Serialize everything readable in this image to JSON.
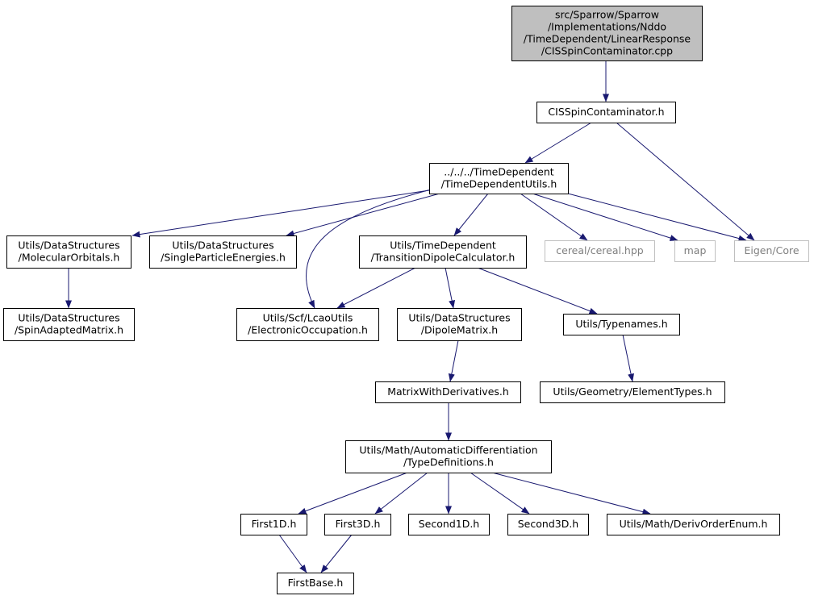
{
  "colors": {
    "edge": "#191970",
    "root_fill": "#bfbfbf",
    "node_fill": "#ffffff",
    "node_border": "#000000",
    "external_border": "#bfbfbf",
    "external_text": "#7f7f7f"
  },
  "nodes": [
    {
      "id": "root",
      "lines": [
        "src/Sparrow/Sparrow",
        "/Implementations/Nddo",
        "/TimeDependent/LinearResponse",
        "/CISSpinContaminator.cpp"
      ],
      "style": "root"
    },
    {
      "id": "cisspin",
      "lines": [
        "CISSpinContaminator.h"
      ],
      "style": "normal"
    },
    {
      "id": "tdutils",
      "lines": [
        "../../../TimeDependent",
        "/TimeDependentUtils.h"
      ],
      "style": "normal"
    },
    {
      "id": "molorb",
      "lines": [
        "Utils/DataStructures",
        "/MolecularOrbitals.h"
      ],
      "style": "normal"
    },
    {
      "id": "singlepart",
      "lines": [
        "Utils/DataStructures",
        "/SingleParticleEnergies.h"
      ],
      "style": "normal"
    },
    {
      "id": "tdcalc",
      "lines": [
        "Utils/TimeDependent",
        "/TransitionDipoleCalculator.h"
      ],
      "style": "normal"
    },
    {
      "id": "cereal",
      "lines": [
        "cereal/cereal.hpp"
      ],
      "style": "external"
    },
    {
      "id": "map",
      "lines": [
        "map"
      ],
      "style": "external"
    },
    {
      "id": "eigen",
      "lines": [
        "Eigen/Core"
      ],
      "style": "external"
    },
    {
      "id": "spinadapted",
      "lines": [
        "Utils/DataStructures",
        "/SpinAdaptedMatrix.h"
      ],
      "style": "normal"
    },
    {
      "id": "elecocc",
      "lines": [
        "Utils/Scf/LcaoUtils",
        "/ElectronicOccupation.h"
      ],
      "style": "normal"
    },
    {
      "id": "dipole",
      "lines": [
        "Utils/DataStructures",
        "/DipoleMatrix.h"
      ],
      "style": "normal"
    },
    {
      "id": "typenames",
      "lines": [
        "Utils/Typenames.h"
      ],
      "style": "normal"
    },
    {
      "id": "mwd",
      "lines": [
        "MatrixWithDerivatives.h"
      ],
      "style": "normal"
    },
    {
      "id": "elemtypes",
      "lines": [
        "Utils/Geometry/ElementTypes.h"
      ],
      "style": "normal"
    },
    {
      "id": "typedefs",
      "lines": [
        "Utils/Math/AutomaticDifferentiation",
        "/TypeDefinitions.h"
      ],
      "style": "normal"
    },
    {
      "id": "first1d",
      "lines": [
        "First1D.h"
      ],
      "style": "normal"
    },
    {
      "id": "first3d",
      "lines": [
        "First3D.h"
      ],
      "style": "normal"
    },
    {
      "id": "second1d",
      "lines": [
        "Second1D.h"
      ],
      "style": "normal"
    },
    {
      "id": "second3d",
      "lines": [
        "Second3D.h"
      ],
      "style": "normal"
    },
    {
      "id": "derivorder",
      "lines": [
        "Utils/Math/DerivOrderEnum.h"
      ],
      "style": "normal"
    },
    {
      "id": "firstbase",
      "lines": [
        "FirstBase.h"
      ],
      "style": "normal"
    }
  ],
  "edges": [
    [
      "root",
      "cisspin"
    ],
    [
      "cisspin",
      "tdutils"
    ],
    [
      "cisspin",
      "eigen"
    ],
    [
      "tdutils",
      "molorb"
    ],
    [
      "tdutils",
      "singlepart"
    ],
    [
      "tdutils",
      "elecocc"
    ],
    [
      "tdutils",
      "tdcalc"
    ],
    [
      "tdutils",
      "cereal"
    ],
    [
      "tdutils",
      "map"
    ],
    [
      "tdutils",
      "eigen"
    ],
    [
      "molorb",
      "spinadapted"
    ],
    [
      "tdcalc",
      "elecocc"
    ],
    [
      "tdcalc",
      "dipole"
    ],
    [
      "tdcalc",
      "typenames"
    ],
    [
      "dipole",
      "mwd"
    ],
    [
      "typenames",
      "elemtypes"
    ],
    [
      "mwd",
      "typedefs"
    ],
    [
      "typedefs",
      "first1d"
    ],
    [
      "typedefs",
      "first3d"
    ],
    [
      "typedefs",
      "second1d"
    ],
    [
      "typedefs",
      "second3d"
    ],
    [
      "typedefs",
      "derivorder"
    ],
    [
      "first1d",
      "firstbase"
    ],
    [
      "first3d",
      "firstbase"
    ]
  ]
}
